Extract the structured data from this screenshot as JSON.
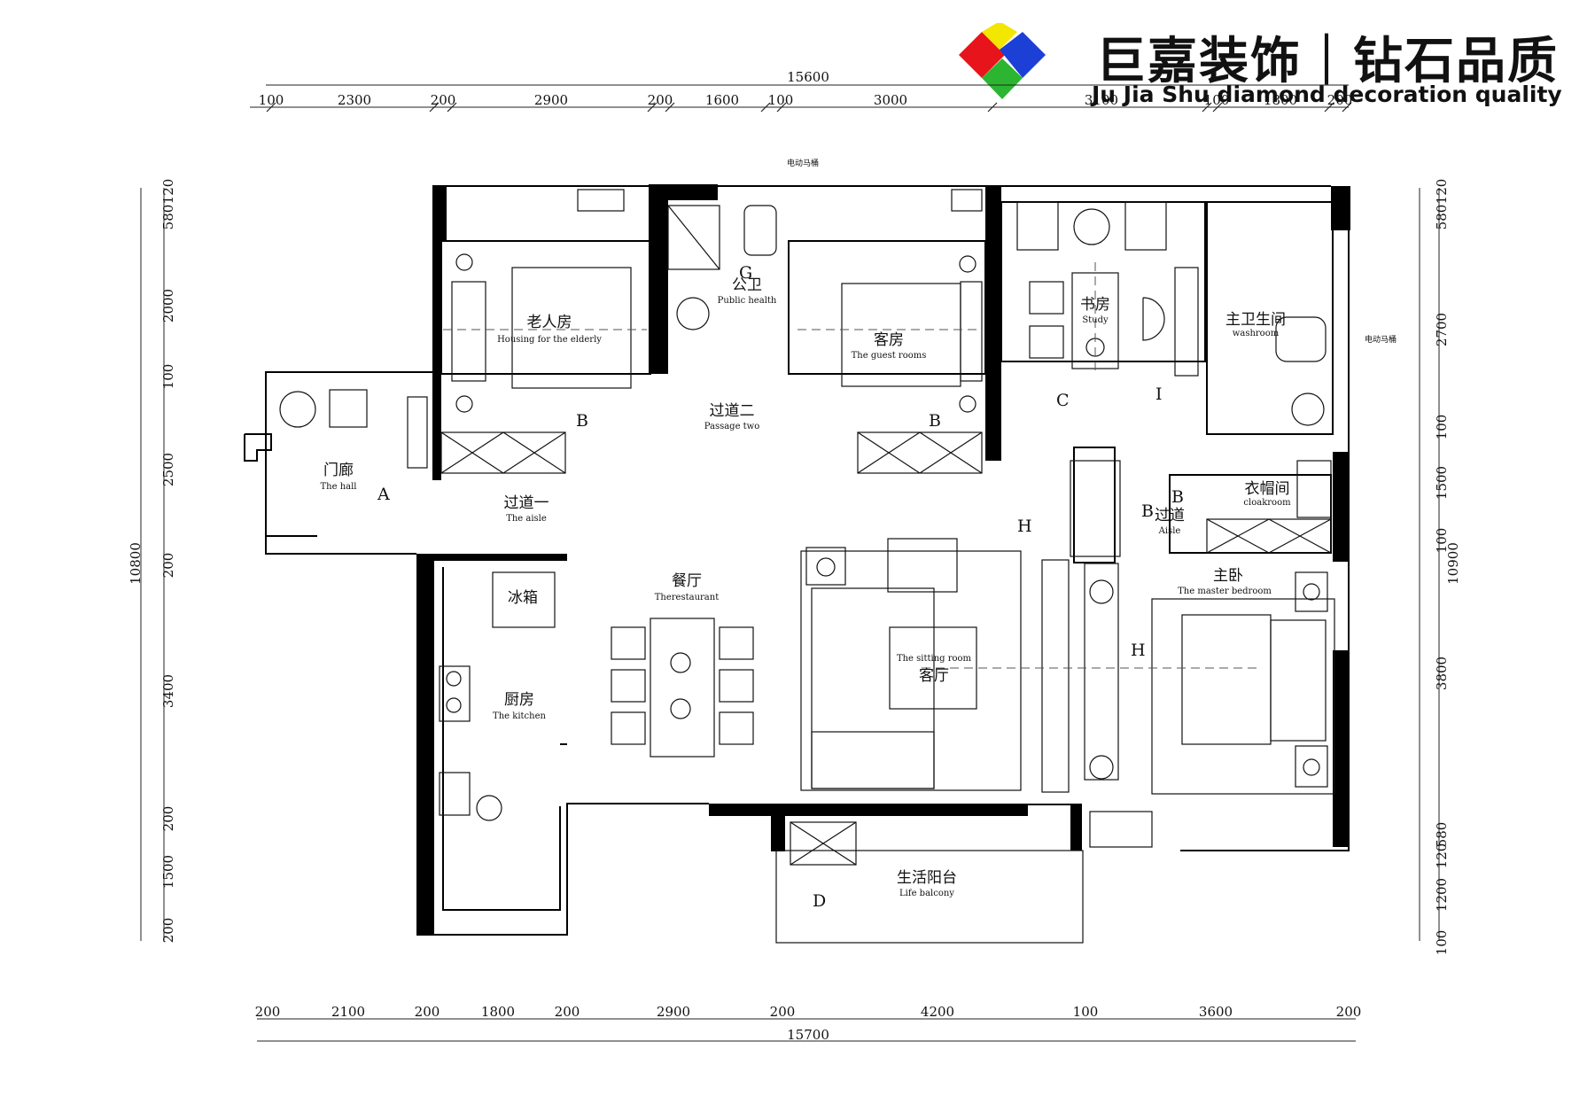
{
  "brand": {
    "name_cn": "巨嘉装饰｜钻石品质",
    "name_en": "Ju Jia Shu diamond decoration quality",
    "logo_colors": [
      "#e8141b",
      "#f3e600",
      "#1c3fd6",
      "#2cb531"
    ]
  },
  "dimensions": {
    "top_total": "15600",
    "top": [
      "100",
      "2300",
      "200",
      "2900",
      "200",
      "1600",
      "100",
      "3000",
      "3100",
      "100",
      "1800",
      "200"
    ],
    "bottom_total": "15700",
    "bottom": [
      "200",
      "2100",
      "200",
      "1800",
      "200",
      "2900",
      "200",
      "4200",
      "100",
      "3600",
      "200"
    ],
    "left_total": "10800",
    "left": [
      "120",
      "580",
      "2000",
      "100",
      "2500",
      "200",
      "3400",
      "200",
      "1500",
      "200"
    ],
    "right_total": "10900",
    "right": [
      "120",
      "580",
      "2700",
      "100",
      "1500",
      "100",
      "3800",
      "580",
      "120",
      "1200",
      "100"
    ]
  },
  "rooms": {
    "elderly": {
      "cn": "老人房",
      "en": "Housing for the elderly"
    },
    "public_bath": {
      "cn": "公卫",
      "en": "Public health"
    },
    "guest": {
      "cn": "客房",
      "en": "The guest rooms"
    },
    "study": {
      "cn": "书房",
      "en": "Study"
    },
    "master_bath": {
      "cn": "主卫生间",
      "en": "washroom"
    },
    "hall": {
      "cn": "门廊",
      "en": "The hall"
    },
    "passage_two": {
      "cn": "过道二",
      "en": "Passage two"
    },
    "aisle_one": {
      "cn": "过道一",
      "en": "The aisle"
    },
    "aisle": {
      "cn": "过道",
      "en": "Aisle"
    },
    "cloakroom": {
      "cn": "衣帽间",
      "en": "cloakroom"
    },
    "master_bedroom": {
      "cn": "主卧",
      "en": "The master bedroom"
    },
    "restaurant": {
      "cn": "餐厅",
      "en": "Therestaurant"
    },
    "kitchen": {
      "cn": "厨房",
      "en": "The kitchen"
    },
    "sitting": {
      "cn": "客厅",
      "en": "The sitting room"
    },
    "balcony": {
      "cn": "生活阳台",
      "en": "Life balcony"
    },
    "fridge": {
      "cn": "冰箱"
    }
  },
  "notes": {
    "vent_top": "电动马桶",
    "vent_right": "电动马桶"
  },
  "section_tags": {
    "a": "A",
    "b": "B",
    "c": "C",
    "d": "D",
    "g": "G",
    "h": "H",
    "i": "I"
  }
}
